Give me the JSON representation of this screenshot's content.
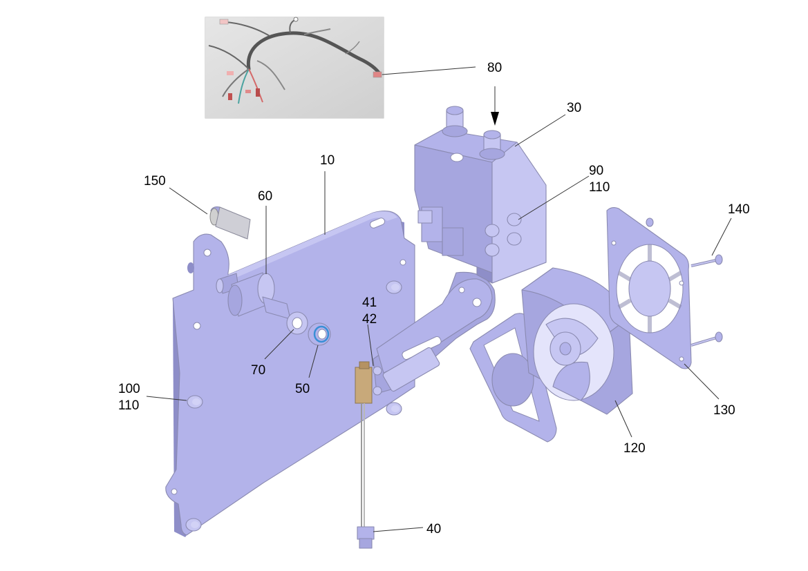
{
  "callouts": [
    {
      "id": "80",
      "text": "80"
    },
    {
      "id": "30",
      "text": "30"
    },
    {
      "id": "90",
      "text": "90"
    },
    {
      "id": "110a",
      "text": "110"
    },
    {
      "id": "140",
      "text": "140"
    },
    {
      "id": "10",
      "text": "10"
    },
    {
      "id": "150",
      "text": "150"
    },
    {
      "id": "60",
      "text": "60"
    },
    {
      "id": "41",
      "text": "41"
    },
    {
      "id": "42",
      "text": "42"
    },
    {
      "id": "70",
      "text": "70"
    },
    {
      "id": "50",
      "text": "50"
    },
    {
      "id": "100",
      "text": "100"
    },
    {
      "id": "110b",
      "text": "110"
    },
    {
      "id": "130",
      "text": "130"
    },
    {
      "id": "120",
      "text": "120"
    },
    {
      "id": "40",
      "text": "40"
    }
  ],
  "colors": {
    "part": "#b3b3ea",
    "part_shadow": "#8e8ec8",
    "edge": "#8a8ab0",
    "photo_bg": "#d8d8d8",
    "sensor": "#c8a97a",
    "nut_ring": "#3a8fd6"
  }
}
